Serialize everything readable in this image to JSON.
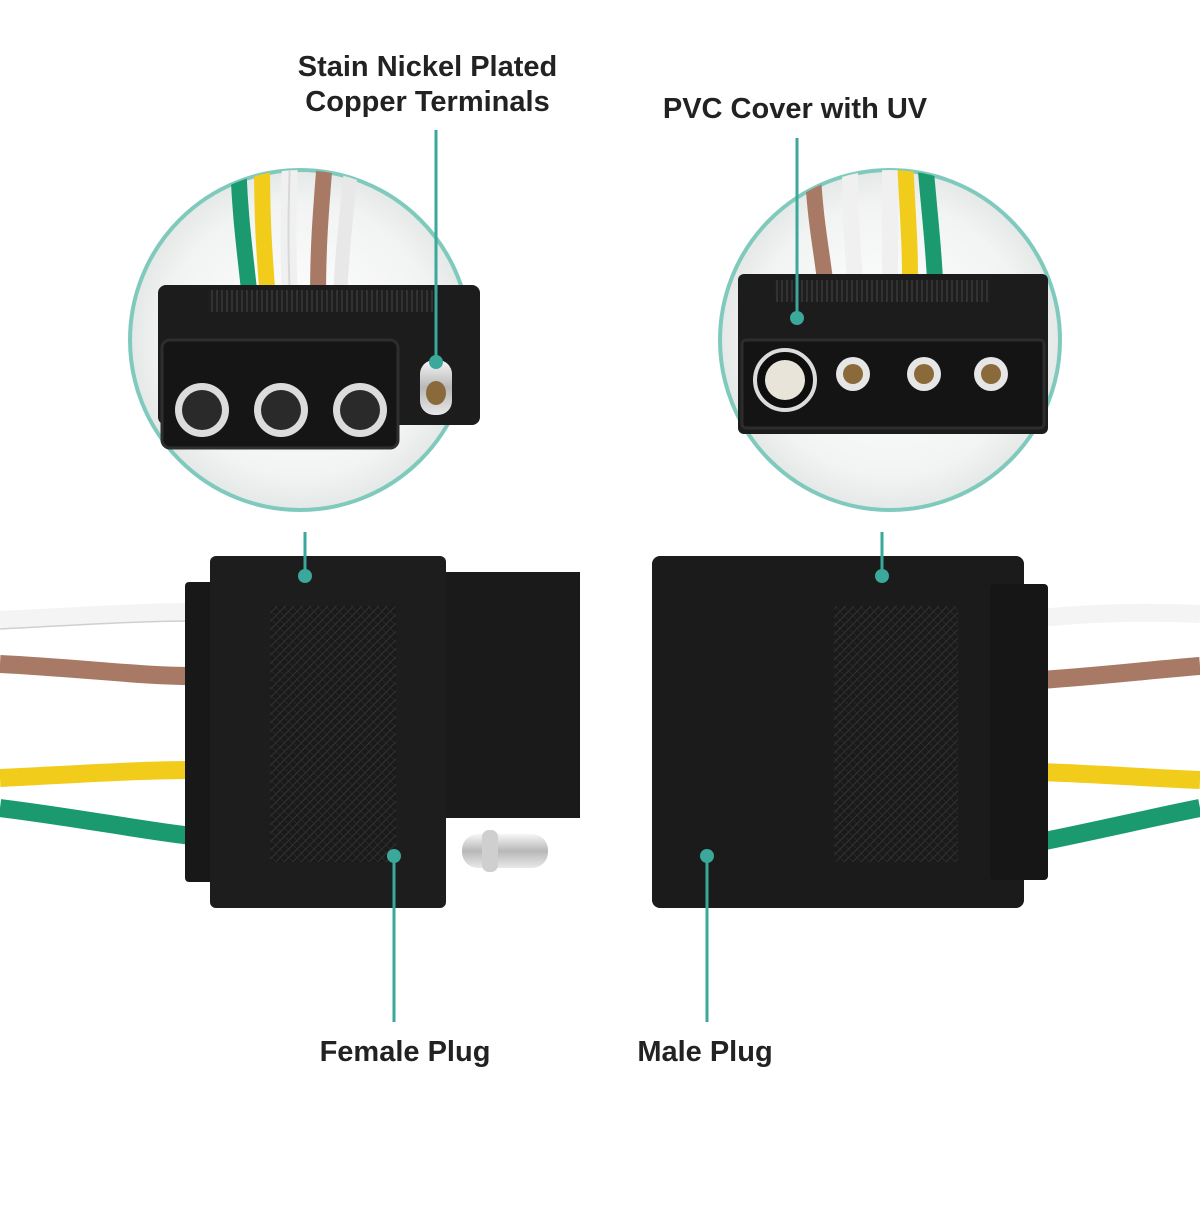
{
  "labels": {
    "terminals_line1": "Stain Nickel Plated",
    "terminals_line2": "Copper Terminals",
    "pvc_cover": "PVC Cover with UV",
    "female_plug": "Female Plug",
    "male_plug": "Male Plug"
  },
  "colors": {
    "accent_teal": "#3aa89a",
    "plug_body": "#1c1c1c",
    "wire_white": "#f2f2f2",
    "wire_brown": "#a87a66",
    "wire_yellow": "#f2cc1a",
    "wire_green": "#1a9a6e"
  }
}
